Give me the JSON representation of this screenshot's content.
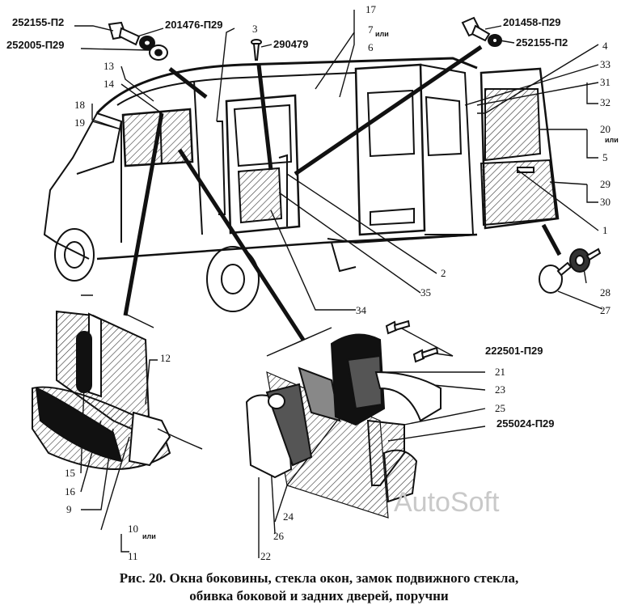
{
  "caption": {
    "line1": "Рис. 20. Окна боковины, стекла окон, замок подвижного стекла,",
    "line2": "обивка боковой и задних дверей, поручни"
  },
  "watermark": "AutoSoft",
  "ili": "или",
  "parts": {
    "p252155_top": "252155-П2",
    "p201476": "201476-П29",
    "p252005": "252005-П29",
    "p290479": "290479",
    "p201458": "201458-П29",
    "p252155_right": "252155-П2",
    "p222501": "222501-П29",
    "p255024": "255024-П29"
  },
  "numbers": {
    "n1": "1",
    "n2": "2",
    "n3": "3",
    "n4": "4",
    "n5": "5",
    "n6": "6",
    "n7": "7",
    "n9": "9",
    "n10": "10",
    "n11": "11",
    "n12": "12",
    "n13": "13",
    "n14": "14",
    "n15": "15",
    "n16": "16",
    "n17": "17",
    "n18": "18",
    "n19": "19",
    "n20": "20",
    "n21": "21",
    "n22": "22",
    "n23": "23",
    "n24": "24",
    "n25": "25",
    "n26": "26",
    "n27": "27",
    "n28": "28",
    "n29": "29",
    "n30": "30",
    "n31": "31",
    "n32": "32",
    "n33": "33",
    "n34": "34",
    "n35": "35"
  }
}
